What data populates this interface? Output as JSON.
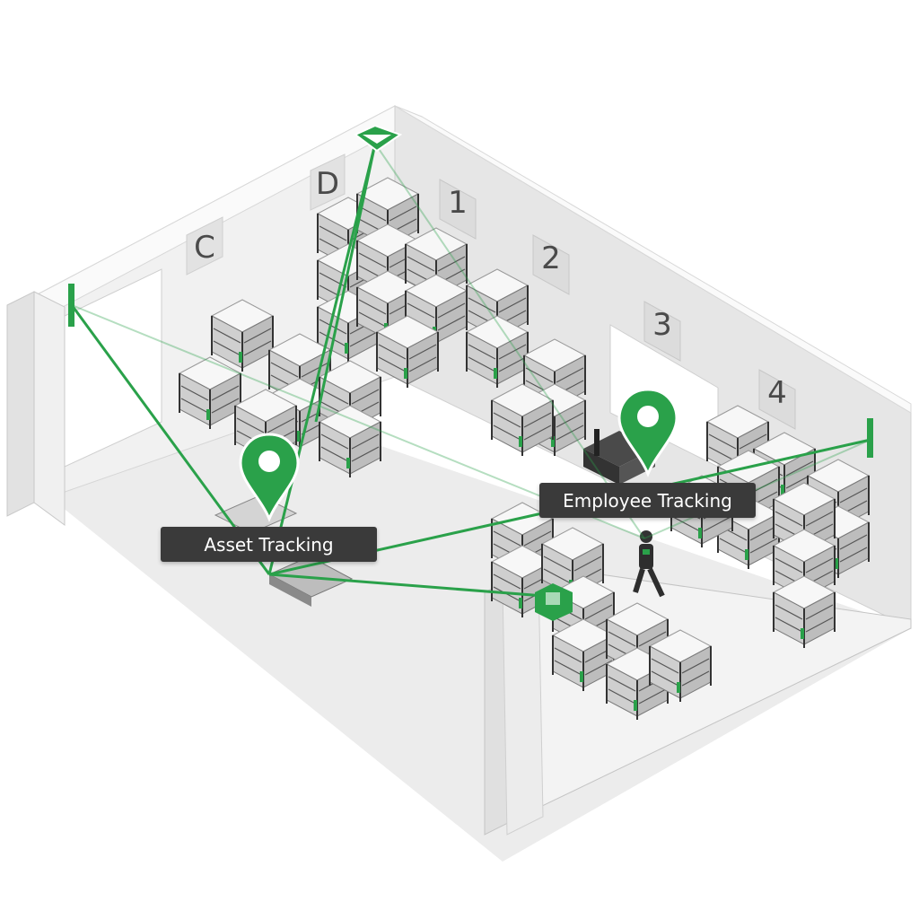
{
  "labels": {
    "asset": "Asset Tracking",
    "employee": "Employee Tracking"
  },
  "zones": [
    "C",
    "D",
    "1",
    "2",
    "3",
    "4"
  ],
  "colors": {
    "accent": "#2aa14a",
    "label_bg": "#3a3a3a",
    "wall": "#f2f2f2",
    "floor": "#e9e9e9"
  },
  "icons": [
    "location-pin-icon",
    "anchor-sensor-icon",
    "forklift-icon",
    "worker-icon"
  ]
}
